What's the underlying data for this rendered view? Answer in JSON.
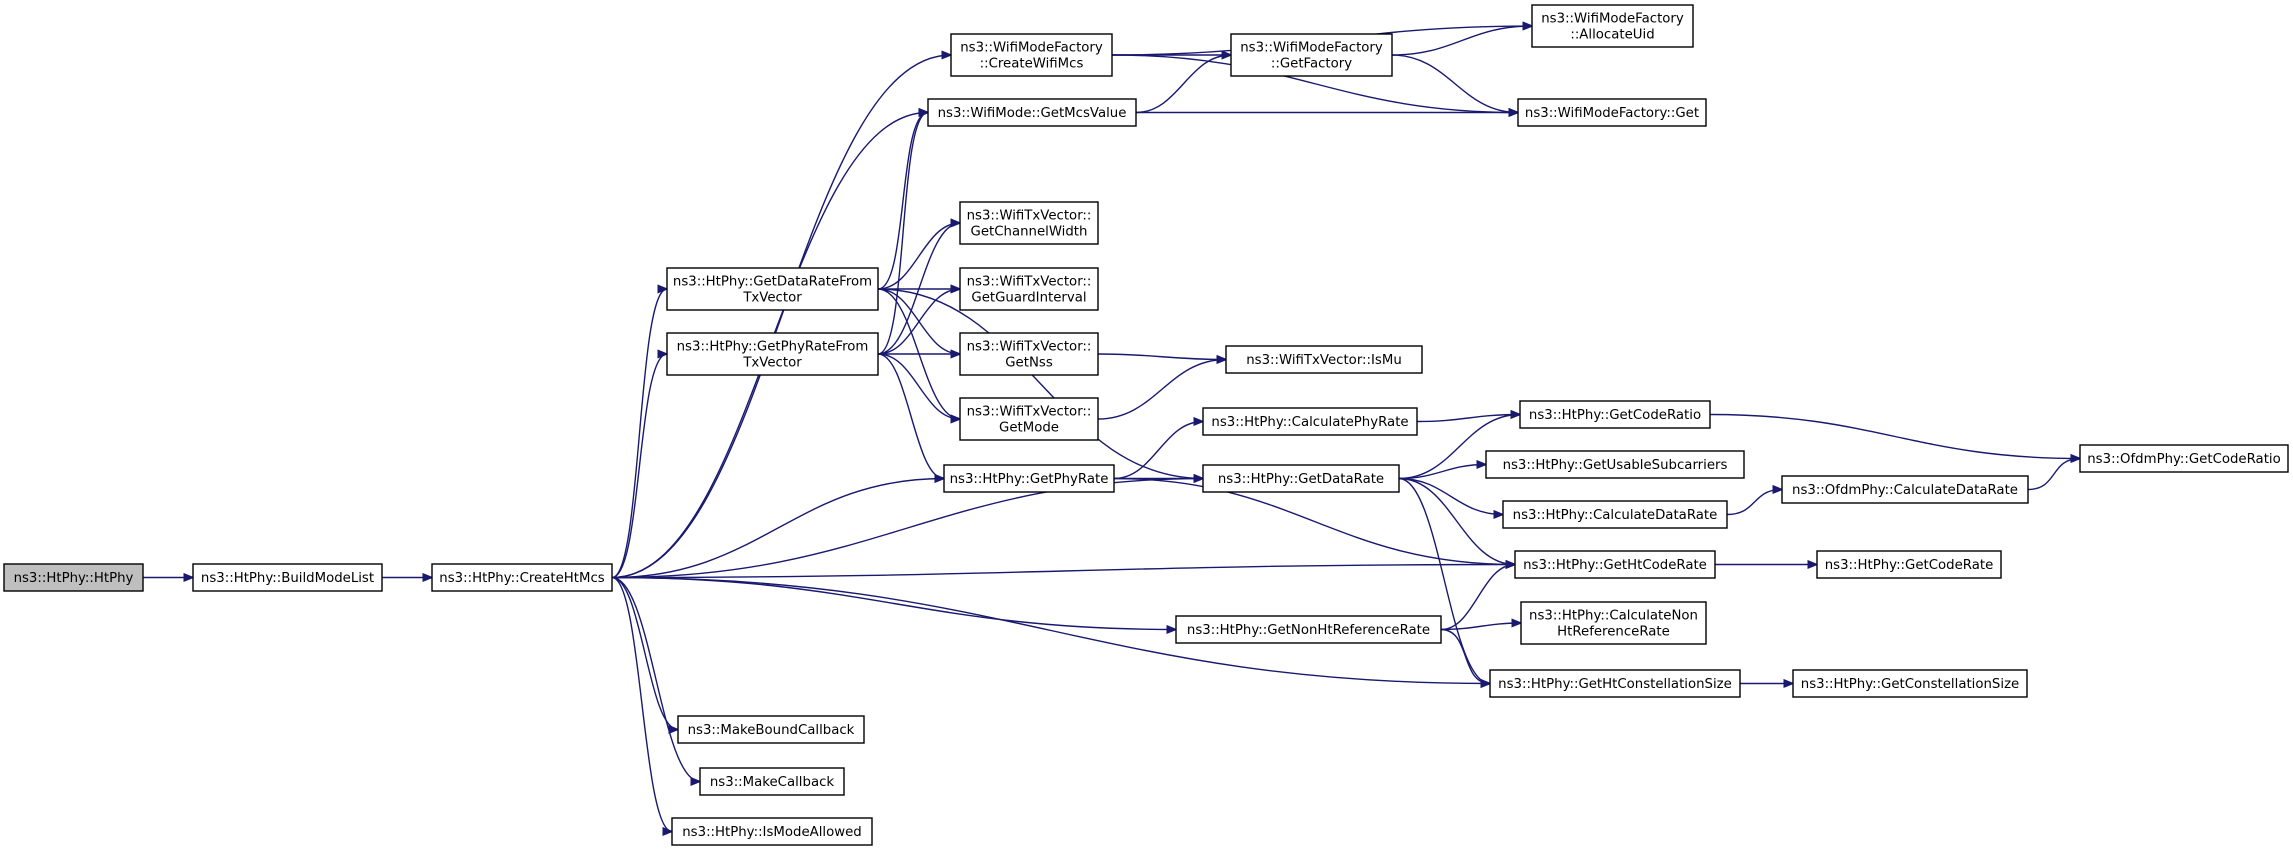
{
  "graph": {
    "nodes": [
      {
        "id": "htphy_ctor",
        "name": "node-htphy-htphy",
        "lines": [
          "ns3::HtPhy::HtPhy"
        ],
        "root": true
      },
      {
        "id": "buildmodelist",
        "name": "node-build-mode-list",
        "lines": [
          "ns3::HtPhy::BuildModeList"
        ]
      },
      {
        "id": "createhtmcs",
        "name": "node-create-ht-mcs",
        "lines": [
          "ns3::HtPhy::CreateHtMcs"
        ]
      },
      {
        "id": "createwifimcs",
        "name": "node-create-wifi-mcs",
        "lines": [
          "ns3::WifiModeFactory",
          "::CreateWifiMcs"
        ]
      },
      {
        "id": "getmcsvalue",
        "name": "node-get-mcs-value",
        "lines": [
          "ns3::WifiMode::GetMcsValue"
        ]
      },
      {
        "id": "getfactory",
        "name": "node-get-factory",
        "lines": [
          "ns3::WifiModeFactory",
          "::GetFactory"
        ]
      },
      {
        "id": "allocateuid",
        "name": "node-allocate-uid",
        "lines": [
          "ns3::WifiModeFactory",
          "::AllocateUid"
        ]
      },
      {
        "id": "factoryget",
        "name": "node-factory-get",
        "lines": [
          "ns3::WifiModeFactory::Get"
        ]
      },
      {
        "id": "getdatarateftx",
        "name": "node-get-data-rate-from-txvector",
        "lines": [
          "ns3::HtPhy::GetDataRateFrom",
          "TxVector"
        ]
      },
      {
        "id": "getphyrateftx",
        "name": "node-get-phy-rate-from-txvector",
        "lines": [
          "ns3::HtPhy::GetPhyRateFrom",
          "TxVector"
        ]
      },
      {
        "id": "getchannelwidth",
        "name": "node-get-channel-width",
        "lines": [
          "ns3::WifiTxVector::",
          "GetChannelWidth"
        ]
      },
      {
        "id": "getguardinterval",
        "name": "node-get-guard-interval",
        "lines": [
          "ns3::WifiTxVector::",
          "GetGuardInterval"
        ]
      },
      {
        "id": "getnss",
        "name": "node-get-nss",
        "lines": [
          "ns3::WifiTxVector::",
          "GetNss"
        ]
      },
      {
        "id": "getmode",
        "name": "node-get-mode",
        "lines": [
          "ns3::WifiTxVector::",
          "GetMode"
        ]
      },
      {
        "id": "ismu",
        "name": "node-is-mu",
        "lines": [
          "ns3::WifiTxVector::IsMu"
        ]
      },
      {
        "id": "getphyrate",
        "name": "node-get-phy-rate",
        "lines": [
          "ns3::HtPhy::GetPhyRate"
        ]
      },
      {
        "id": "calculatephyrate",
        "name": "node-calculate-phy-rate",
        "lines": [
          "ns3::HtPhy::CalculatePhyRate"
        ]
      },
      {
        "id": "getdatarate",
        "name": "node-get-data-rate",
        "lines": [
          "ns3::HtPhy::GetDataRate"
        ]
      },
      {
        "id": "getcoderatio",
        "name": "node-get-code-ratio",
        "lines": [
          "ns3::HtPhy::GetCodeRatio"
        ]
      },
      {
        "id": "ofdmgetcoderatio",
        "name": "node-ofdm-get-code-ratio",
        "lines": [
          "ns3::OfdmPhy::GetCodeRatio"
        ]
      },
      {
        "id": "getusablesubcarriers",
        "name": "node-get-usable-subcarriers",
        "lines": [
          "ns3::HtPhy::GetUsableSubcarriers"
        ]
      },
      {
        "id": "calculatedatarate",
        "name": "node-calculate-data-rate",
        "lines": [
          "ns3::HtPhy::CalculateDataRate"
        ]
      },
      {
        "id": "ofdmcalculatedatarate",
        "name": "node-ofdm-calculate-data-rate",
        "lines": [
          "ns3::OfdmPhy::CalculateDataRate"
        ]
      },
      {
        "id": "gethtcoderate",
        "name": "node-get-ht-code-rate",
        "lines": [
          "ns3::HtPhy::GetHtCodeRate"
        ]
      },
      {
        "id": "getcoderate",
        "name": "node-get-code-rate",
        "lines": [
          "ns3::HtPhy::GetCodeRate"
        ]
      },
      {
        "id": "getnonhtreferencerate",
        "name": "node-get-non-ht-reference-rate",
        "lines": [
          "ns3::HtPhy::GetNonHtReferenceRate"
        ]
      },
      {
        "id": "calculatenonhtreferencerate",
        "name": "node-calculate-non-ht-reference-rate",
        "lines": [
          "ns3::HtPhy::CalculateNon",
          "HtReferenceRate"
        ]
      },
      {
        "id": "gethtconstellationsize",
        "name": "node-get-ht-constellation-size",
        "lines": [
          "ns3::HtPhy::GetHtConstellationSize"
        ]
      },
      {
        "id": "getconstellationsize",
        "name": "node-get-constellation-size",
        "lines": [
          "ns3::HtPhy::GetConstellationSize"
        ]
      },
      {
        "id": "makeboundcallback",
        "name": "node-make-bound-callback",
        "lines": [
          "ns3::MakeBoundCallback"
        ]
      },
      {
        "id": "makecallback",
        "name": "node-make-callback",
        "lines": [
          "ns3::MakeCallback"
        ]
      },
      {
        "id": "ismodeallowed",
        "name": "node-is-mode-allowed",
        "lines": [
          "ns3::HtPhy::IsModeAllowed"
        ]
      }
    ],
    "edges": [
      [
        "htphy_ctor",
        "buildmodelist"
      ],
      [
        "buildmodelist",
        "createhtmcs"
      ],
      [
        "createhtmcs",
        "createwifimcs"
      ],
      [
        "createhtmcs",
        "getmcsvalue"
      ],
      [
        "createhtmcs",
        "getdatarateftx"
      ],
      [
        "createhtmcs",
        "getphyrateftx"
      ],
      [
        "createhtmcs",
        "getphyrate"
      ],
      [
        "createhtmcs",
        "getdatarate"
      ],
      [
        "createhtmcs",
        "gethtcoderate"
      ],
      [
        "createhtmcs",
        "getnonhtreferencerate"
      ],
      [
        "createhtmcs",
        "gethtconstellationsize"
      ],
      [
        "createhtmcs",
        "makeboundcallback"
      ],
      [
        "createhtmcs",
        "makecallback"
      ],
      [
        "createhtmcs",
        "ismodeallowed"
      ],
      [
        "createwifimcs",
        "allocateuid"
      ],
      [
        "createwifimcs",
        "getfactory"
      ],
      [
        "createwifimcs",
        "factoryget"
      ],
      [
        "getfactory",
        "allocateuid"
      ],
      [
        "getfactory",
        "factoryget"
      ],
      [
        "getmcsvalue",
        "getfactory"
      ],
      [
        "getmcsvalue",
        "factoryget"
      ],
      [
        "getdatarateftx",
        "getmcsvalue"
      ],
      [
        "getdatarateftx",
        "getdatarate"
      ],
      [
        "getdatarateftx",
        "getchannelwidth"
      ],
      [
        "getdatarateftx",
        "getguardinterval"
      ],
      [
        "getdatarateftx",
        "getnss"
      ],
      [
        "getdatarateftx",
        "getmode"
      ],
      [
        "getphyrateftx",
        "getmcsvalue"
      ],
      [
        "getphyrateftx",
        "getchannelwidth"
      ],
      [
        "getphyrateftx",
        "getguardinterval"
      ],
      [
        "getphyrateftx",
        "getnss"
      ],
      [
        "getphyrateftx",
        "getmode"
      ],
      [
        "getphyrateftx",
        "getphyrate"
      ],
      [
        "getnss",
        "ismu"
      ],
      [
        "getmode",
        "ismu"
      ],
      [
        "getphyrate",
        "calculatephyrate"
      ],
      [
        "getphyrate",
        "getdatarate"
      ],
      [
        "getphyrate",
        "gethtcoderate"
      ],
      [
        "calculatephyrate",
        "getcoderatio"
      ],
      [
        "getdatarate",
        "getcoderatio"
      ],
      [
        "getdatarate",
        "getusablesubcarriers"
      ],
      [
        "getdatarate",
        "calculatedatarate"
      ],
      [
        "getdatarate",
        "gethtcoderate"
      ],
      [
        "getdatarate",
        "gethtconstellationsize"
      ],
      [
        "getcoderatio",
        "ofdmgetcoderatio"
      ],
      [
        "calculatedatarate",
        "ofdmcalculatedatarate"
      ],
      [
        "ofdmcalculatedatarate",
        "ofdmgetcoderatio"
      ],
      [
        "gethtcoderate",
        "getcoderate"
      ],
      [
        "getnonhtreferencerate",
        "gethtcoderate"
      ],
      [
        "getnonhtreferencerate",
        "calculatenonhtreferencerate"
      ],
      [
        "getnonhtreferencerate",
        "gethtconstellationsize"
      ],
      [
        "gethtconstellationsize",
        "getconstellationsize"
      ]
    ]
  }
}
